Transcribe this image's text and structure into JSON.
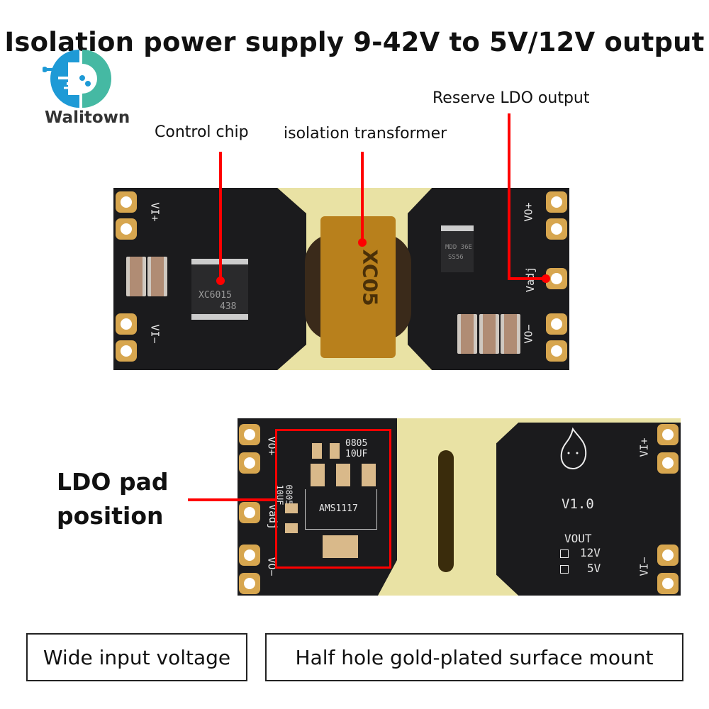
{
  "title": "Isolation power supply 9-42V to 5V/12V output",
  "logo": {
    "text": "Walitown",
    "colors": {
      "left": "#1e9ad6",
      "right": "#45b9a3"
    }
  },
  "annotations": {
    "control_chip": "Control chip",
    "transformer": "isolation transformer",
    "reserve_ldo": "Reserve LDO output",
    "ldo_pad_line1": "LDO pad",
    "ldo_pad_line2": "position",
    "accent_color": "#ff0000"
  },
  "top_board": {
    "vi_plus": "VI+",
    "vi_minus": "VI−",
    "vo_plus": "VO+",
    "vo_minus": "VO−",
    "vadj": "Vadj",
    "chip_line1": "XC6015",
    "chip_line2": "438",
    "transformer_mark": "XC05",
    "ldo_chip_line1": "MDD 36E",
    "ldo_chip_line2": "SS56"
  },
  "bottom_board": {
    "vo_plus": "VO+",
    "vo_minus": "VO−",
    "vadj": "Vadj",
    "cap1_line1": "0805",
    "cap1_line2": "10UF",
    "cap2_line1": "0805",
    "cap2_line2": "10UF",
    "ldo": "AMS1117",
    "version": "V1.0",
    "vout": "VOUT",
    "opt_12v": "12V",
    "opt_5v": "5V",
    "vi_plus": "VI+",
    "vi_minus": "VI−"
  },
  "features": [
    "Wide input voltage",
    "Half hole gold-plated surface mount"
  ]
}
